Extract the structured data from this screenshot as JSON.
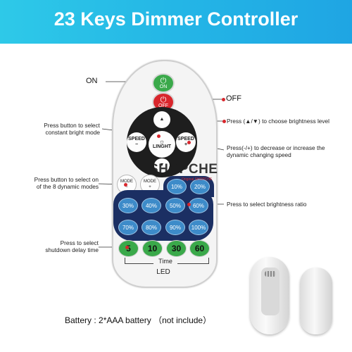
{
  "banner": {
    "title": "23 Keys Dimmer Controller"
  },
  "remote": {
    "on_button": {
      "label": "ON"
    },
    "off_button": {
      "label": "OFF"
    },
    "light_button": {
      "label": "LINGHT"
    },
    "speed_minus": {
      "label": "SPEED",
      "sign": "−"
    },
    "speed_plus": {
      "label": "SPEED",
      "sign": "+"
    },
    "mode_minus": {
      "label": "MODE",
      "sign": "−"
    },
    "mode_plus": {
      "label": "MODE",
      "sign": "+"
    },
    "percent_buttons": [
      "10%",
      "20%",
      "30%",
      "40%",
      "50%",
      "60%",
      "70%",
      "80%",
      "90%",
      "100%"
    ],
    "time_buttons": [
      "5",
      "10",
      "30",
      "60"
    ],
    "time_label": "Time",
    "brand_label": "LED"
  },
  "callouts": {
    "on": "ON",
    "off": "OFF",
    "brightness_level": "Press (▲/▼) to choose brightness level",
    "constant_bright": "Press button to select constant bright mode",
    "speed": "Press(-/+) to decrease or increase the dynamic changing speed",
    "dynamic_modes": "Press button to select on of the 8 dynamic modes",
    "brightness_ratio": "Press to select brightness ratio",
    "shutdown_delay": "Press to select shutdown delay time"
  },
  "watermark": {
    "brand": "SHOPCHE",
    "sub": "Original SHOPCHE"
  },
  "battery_note": "Battery : 2*AAA battery （not include）",
  "colors": {
    "banner": "#24b6e6",
    "on_green": "#3aa94a",
    "off_red": "#d8262c",
    "percent_blue": "#3d8bc9",
    "pad_dark": "#1e1e1e",
    "pad_navy": "#1b2f63"
  },
  "icons": [
    "power-icon",
    "up-triangle-icon",
    "down-triangle-icon",
    "sun-icon"
  ]
}
